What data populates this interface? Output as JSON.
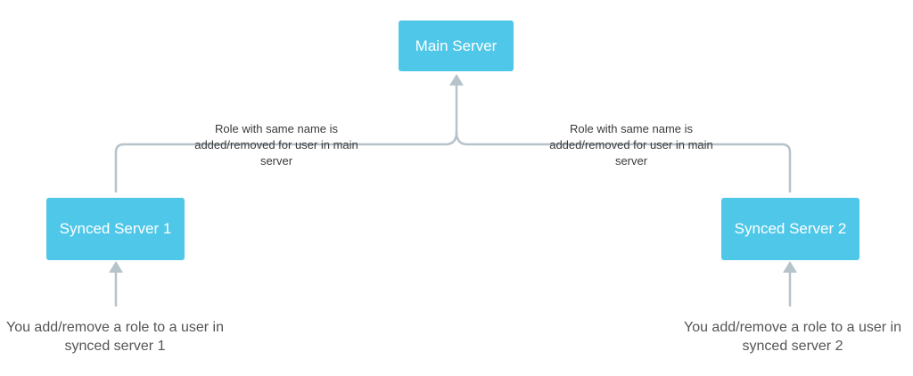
{
  "nodes": {
    "main_server": "Main Server",
    "synced_server_1": "Synced Server 1",
    "synced_server_2": "Synced Server 2"
  },
  "edge_labels": {
    "left": "Role with same name is added/removed for user in main server",
    "right": "Role with same name is added/removed for user in main server"
  },
  "notes": {
    "left": "You add/remove a role to a user in synced server 1",
    "right": "You add/remove a role to a user in synced server 2"
  },
  "colors": {
    "node_fill": "#4fc7e8",
    "node_text": "#ffffff",
    "connector": "#b7c3cb"
  }
}
